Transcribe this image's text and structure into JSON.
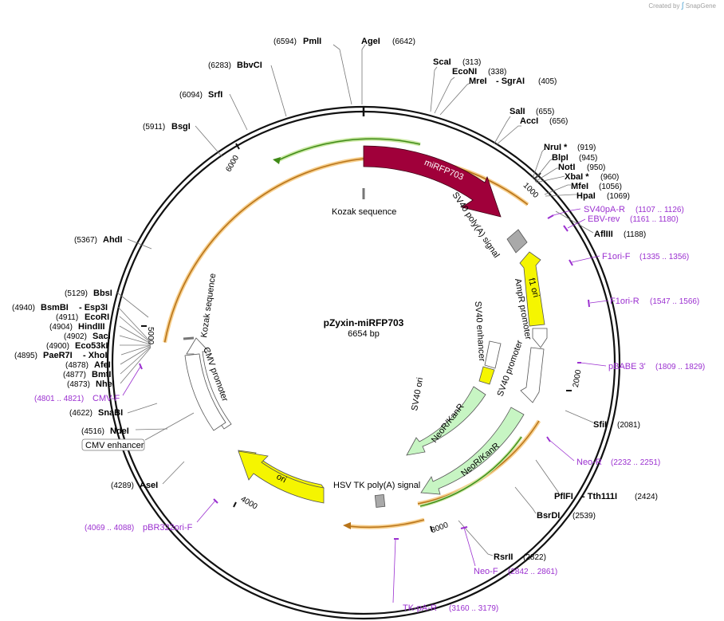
{
  "credit": {
    "prefix": "Created by",
    "brand": "SnapGene"
  },
  "plasmid": {
    "name": "pZyxin-miRFP703",
    "size": "6654 bp"
  },
  "ticks": [
    "1000",
    "2000",
    "3000",
    "4000",
    "5000",
    "6000"
  ],
  "colors": {
    "mirfp": "#a0003a",
    "fori": "#f5f500",
    "ori": "#f5f500",
    "neo": "#c7f5c3",
    "promoter": "#ffffff",
    "polyA": "#a9a9a9",
    "primer": "#9b30d0",
    "orf_orange": "#e39a2a",
    "orf_green": "#5aab23"
  },
  "sites": [
    {
      "name": "PmlI",
      "pos": "(6594)"
    },
    {
      "name": "AgeI",
      "pos": "(6642)"
    },
    {
      "name": "ScaI",
      "pos": "(313)"
    },
    {
      "name": "EcoNI",
      "pos": "(338)"
    },
    {
      "name": "MreI",
      "pos": "(405)",
      "name2": "- SgrAI"
    },
    {
      "name": "SalI",
      "pos": "(655)"
    },
    {
      "name": "AccI",
      "pos": "(656)"
    },
    {
      "name": "NruI *",
      "pos": "(919)"
    },
    {
      "name": "BlpI",
      "pos": "(945)"
    },
    {
      "name": "NotI",
      "pos": "(950)"
    },
    {
      "name": "XbaI *",
      "pos": "(960)"
    },
    {
      "name": "MfeI",
      "pos": "(1056)"
    },
    {
      "name": "HpaI",
      "pos": "(1069)"
    },
    {
      "name": "AflIII",
      "pos": "(1188)"
    },
    {
      "name": "SfiI",
      "pos": "(2081)"
    },
    {
      "name": "PflFI",
      "pos": "(2424)",
      "name2": "- Tth111I"
    },
    {
      "name": "BsrDI",
      "pos": "(2539)"
    },
    {
      "name": "RsrII",
      "pos": "(2822)"
    },
    {
      "name": "AseI",
      "pos": "(4289)"
    },
    {
      "name": "NdeI",
      "pos": "(4516)"
    },
    {
      "name": "SnaBI",
      "pos": "(4622)"
    },
    {
      "name": "NheI",
      "pos": "(4873)"
    },
    {
      "name": "BmtI",
      "pos": "(4877)"
    },
    {
      "name": "AfeI",
      "pos": "(4878)"
    },
    {
      "name": "PaeR7I",
      "pos": "(4895)",
      "name2": "- XhoI"
    },
    {
      "name": "Eco53kI",
      "pos": "(4900)"
    },
    {
      "name": "SacI",
      "pos": "(4902)"
    },
    {
      "name": "HindIII",
      "pos": "(4904)"
    },
    {
      "name": "EcoRI",
      "pos": "(4911)"
    },
    {
      "name": "BsmBI",
      "pos": "(4940)",
      "name2": "- Esp3I"
    },
    {
      "name": "BbsI",
      "pos": "(5129)"
    },
    {
      "name": "AhdI",
      "pos": "(5367)"
    },
    {
      "name": "BsgI",
      "pos": "(5911)"
    },
    {
      "name": "SrfI",
      "pos": "(6094)"
    },
    {
      "name": "BbvCI",
      "pos": "(6283)"
    }
  ],
  "primers": [
    {
      "name": "SV40pA-R",
      "pos": "(1107 .. 1126)"
    },
    {
      "name": "EBV-rev",
      "pos": "(1161 .. 1180)"
    },
    {
      "name": "F1ori-F",
      "pos": "(1335 .. 1356)"
    },
    {
      "name": "F1ori-R",
      "pos": "(1547 .. 1566)"
    },
    {
      "name": "pBABE 3'",
      "pos": "(1809 .. 1829)"
    },
    {
      "name": "Neo-R",
      "pos": "(2232 .. 2251)"
    },
    {
      "name": "Neo-F",
      "pos": "(2842 .. 2861)"
    },
    {
      "name": "TK-pA-R",
      "pos": "(3160 .. 3179)"
    },
    {
      "name": "pBR322ori-F",
      "pos": "(4069 .. 4088)"
    },
    {
      "name": "CMV-F",
      "pos": "(4801 .. 4821)"
    }
  ],
  "features": {
    "mirfp": "miRFP703",
    "kozak_top": "Kozak sequence",
    "sv40_polyA": "SV40 poly(A) signal",
    "f1ori": "f1 ori",
    "ampr_promoter": "AmpR promoter",
    "sv40_enhancer": "SV40 enhancer",
    "sv40_ori": "SV40 ori",
    "sv40_promoter": "SV40 promoter",
    "neo_inner": "NeoR/KanR",
    "neo_outer": "NeoR/KanR",
    "hsv_tk": "HSV TK poly(A) signal",
    "ori": "ori",
    "cmv_promoter": "CMV promoter",
    "kozak_left": "Kozak sequence",
    "cmv_enhancer": "CMV enhancer"
  }
}
